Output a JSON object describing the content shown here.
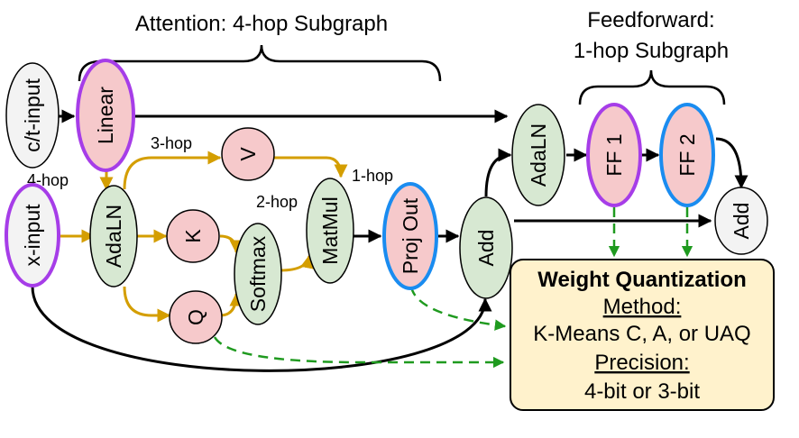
{
  "labels": {
    "attention_title": "Attention: 4-hop Subgraph",
    "ff_title_line1": "Feedforward:",
    "ff_title_line2": "1-hop Subgraph",
    "hop4": "4-hop",
    "hop3": "3-hop",
    "hop2": "2-hop",
    "hop1": "1-hop"
  },
  "nodes": {
    "ct_input": "c/t-input",
    "x_input": "x-input",
    "linear": "Linear",
    "adaln1": "AdaLN",
    "k": "K",
    "q": "Q",
    "v": "V",
    "softmax": "Softmax",
    "matmul": "MatMul",
    "proj_out": "Proj Out",
    "add1": "Add",
    "adaln2": "AdaLN",
    "ff1": "FF 1",
    "ff2": "FF 2",
    "add2": "Add"
  },
  "quant_box": {
    "title": "Weight Quantization",
    "method_label": "Method:",
    "method_value": "K-Means C, A, or UAQ",
    "precision_label": "Precision:",
    "precision_value": "4-bit or 3-bit"
  },
  "colors": {
    "purple": "#a63de8",
    "blue": "#1a8cf0",
    "pink": "#f6c9cb",
    "green": "#d7e8d2",
    "gray": "#f3f3f3",
    "gold": "#d49e00",
    "quant_fill": "#fff2cc"
  }
}
